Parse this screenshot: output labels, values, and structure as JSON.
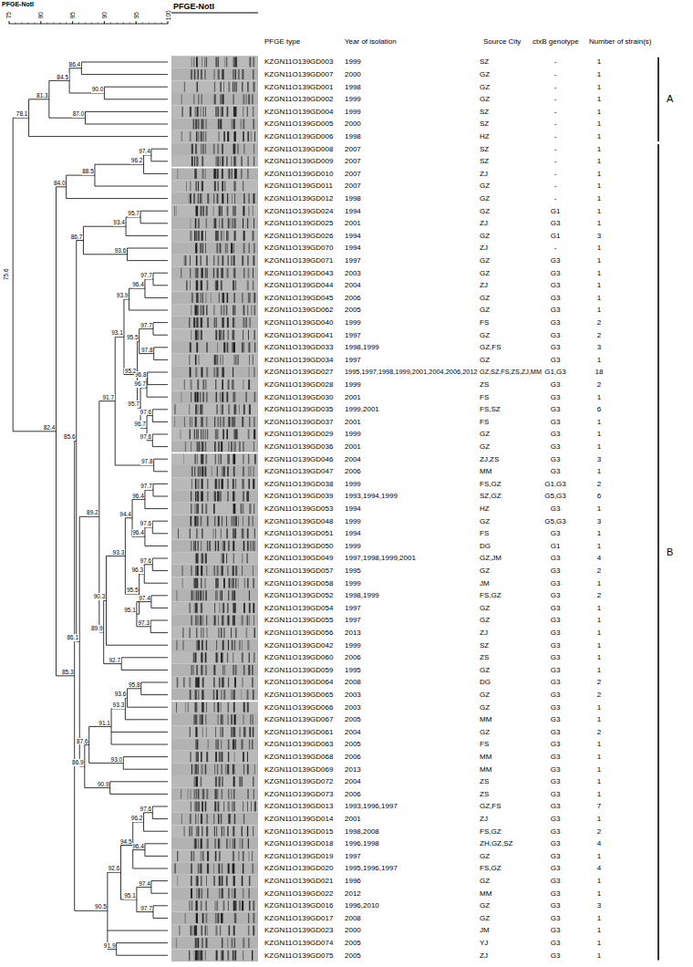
{
  "diagram": {
    "labels": [
      "PFGE-NotI",
      "75",
      "80",
      "85",
      "90",
      "95",
      "100",
      "PFGE-NotI",
      "PFGE type",
      "Year of isolation",
      "Source City",
      "ctxB genotype",
      "Number of strain(s)",
      "KZGN11O139GD003",
      "1999",
      "SZ",
      "-",
      "1",
      "KZGN11O139GD007",
      "2000",
      "GZ",
      "-",
      "1",
      "KZGN11O139GD001",
      "1998",
      "GZ",
      "-",
      "1",
      "KZGN11O139GD002",
      "1999",
      "GZ",
      "-",
      "1",
      "KZGN11O139GD004",
      "1999",
      "SZ",
      "-",
      "1",
      "KZGN11O139GD005",
      "2000",
      "SZ",
      "-",
      "1",
      "KZGN11O139GD006",
      "1998",
      "HZ",
      "-",
      "1",
      "KZGN11O139GD008",
      "2007",
      "SZ",
      "-",
      "1",
      "KZGN11O139GD009",
      "2007",
      "SZ",
      "-",
      "1",
      "KZGN11O139GD010",
      "2007",
      "ZJ",
      "-",
      "1",
      "KZGN11O139GD011",
      "2007",
      "GZ",
      "-",
      "1",
      "KZGN11O139GD012",
      "1998",
      "GZ",
      "-",
      "1",
      "KZGN11O139GD024",
      "1994",
      "GZ",
      "G1",
      "1",
      "KZGN11O139GD025",
      "2001",
      "ZJ",
      "G3",
      "1",
      "KZGN11O139GD026",
      "1994",
      "GZ",
      "G1",
      "3",
      "KZGN11O139GD070",
      "1994",
      "ZJ",
      "-",
      "1",
      "KZGN11O139GD071",
      "1997",
      "GZ",
      "G3",
      "1",
      "KZGN11O139GD043",
      "2003",
      "GZ",
      "G3",
      "1",
      "KZGN11O139GD044",
      "2004",
      "ZJ",
      "G3",
      "1",
      "KZGN11O139GD045",
      "2006",
      "GZ",
      "G3",
      "1",
      "KZGN11O139GD062",
      "2005",
      "GZ",
      "G3",
      "1",
      "KZGN11O139GD040",
      "1999",
      "FS",
      "G3",
      "2",
      "KZGN11O139GD041",
      "1997",
      "GZ",
      "G3",
      "2",
      "KZGN11O139GD033",
      "1998,1999",
      "GZ,FS",
      "G3",
      "3",
      "KZGN11O139GD034",
      "1997",
      "GZ",
      "G3",
      "1",
      "KZGN11O139GD027",
      "1995,1997,1998,1999,2001,2004,2006,2012",
      "GZ,SZ,FS,ZS,ZJ,MM",
      "G1,G3",
      "18",
      "KZGN11O139GD028",
      "1999",
      "ZS",
      "G3",
      "2",
      "KZGN11O139GD030",
      "2001",
      "FS",
      "G3",
      "1",
      "KZGN11O139GD035",
      "1999,2001",
      "FS,SZ",
      "G3",
      "6",
      "KZGN11O139GD037",
      "2001",
      "FS",
      "G3",
      "1",
      "KZGN11O139GD029",
      "1999",
      "GZ",
      "G3",
      "1",
      "KZGN11O139GD036",
      "2001",
      "GZ",
      "G3",
      "1",
      "KZGN11O139GD046",
      "2004",
      "ZJ,ZS",
      "G3",
      "3",
      "KZGN11O139GD047",
      "2006",
      "MM",
      "G3",
      "1",
      "KZGN11O139GD038",
      "1999",
      "FS,GZ",
      "G1,G3",
      "2",
      "KZGN11O139GD039",
      "1993,1994,1999",
      "SZ,GZ",
      "G5,G3",
      "6",
      "KZGN11O139GD053",
      "1994",
      "HZ",
      "G3",
      "1",
      "KZGN11O139GD048",
      "1999",
      "GZ",
      "G5,G3",
      "3",
      "KZGN11O139GD051",
      "1994",
      "FS",
      "G3",
      "1",
      "KZGN11O139GD050",
      "1999",
      "DG",
      "G1",
      "1",
      "KZGN11O139GD049",
      "1997,1998,1999,2001",
      "GZ,JM",
      "G3",
      "4",
      "KZGN11O139GD057",
      "1995",
      "GZ",
      "G3",
      "2",
      "KZGN11O139GD058",
      "1999",
      "JM",
      "G3",
      "1",
      "KZGN11O139GD052",
      "1998,1999",
      "FS,GZ",
      "G3",
      "2",
      "KZGN11O139GD054",
      "1997",
      "GZ",
      "G3",
      "1",
      "KZGN11O139GD055",
      "1997",
      "GZ",
      "G3",
      "1",
      "KZGN11O139GD056",
      "2013",
      "ZJ",
      "G3",
      "1",
      "KZGN11O139GD042",
      "1999",
      "SZ",
      "G3",
      "1",
      "KZGN11O139GD060",
      "2006",
      "ZS",
      "G3",
      "1",
      "KZGN11O139GD059",
      "1995",
      "GZ",
      "G3",
      "1",
      "KZGN11O139GD064",
      "2008",
      "DG",
      "G3",
      "2",
      "KZGN11O139GD065",
      "2003",
      "GZ",
      "G3",
      "2",
      "KZGN11O139GD066",
      "2003",
      "GZ",
      "G3",
      "1",
      "KZGN11O139GD067",
      "2005",
      "MM",
      "G3",
      "1",
      "KZGN11O139GD061",
      "2004",
      "GZ",
      "G3",
      "2",
      "KZGN11O139GD063",
      "2005",
      "FS",
      "G3",
      "1",
      "KZGN11O139GD068",
      "2006",
      "MM",
      "G3",
      "1",
      "KZGN11O139GD069",
      "2013",
      "MM",
      "G3",
      "1",
      "KZGN11O139GD072",
      "2004",
      "ZS",
      "G3",
      "1",
      "KZGN11O139GD073",
      "2006",
      "ZS",
      "G3",
      "1",
      "KZGN11O139GD013",
      "1993,1996,1997",
      "GZ,FS",
      "G3",
      "7",
      "KZGN11O139GD014",
      "2001",
      "ZJ",
      "G3",
      "1",
      "KZGN11O139GD015",
      "1998,2008",
      "FS,GZ",
      "G3",
      "2",
      "KZGN11O139GD018",
      "1996,1998",
      "ZH,GZ,SZ",
      "G3",
      "4",
      "KZGN11O139GD019",
      "1997",
      "GZ",
      "G3",
      "1",
      "KZGN11O139GD020",
      "1995,1996,1997",
      "FS,GZ",
      "G3",
      "4",
      "KZGN11O139GD021",
      "1996",
      "GZ",
      "G3",
      "1",
      "KZGN11O139GD022",
      "2012",
      "MM",
      "G3",
      "1",
      "KZGN11O139GD016",
      "1996,2010",
      "GZ",
      "G3",
      "3",
      "KZGN11O139GD017",
      "2008",
      "GZ",
      "G3",
      "1",
      "KZGN11O139GD023",
      "2000",
      "JM",
      "G3",
      "1",
      "KZGN11O139GD074",
      "2005",
      "YJ",
      "G3",
      "1",
      "KZGN11O139GD075",
      "2005",
      "ZJ",
      "G3",
      "1",
      "A",
      "B",
      "86.4",
      "90.0",
      "84.5",
      "87.0",
      "81.3",
      "78.1",
      "97.4",
      "96.2",
      "88.5",
      "84.0",
      "95.7",
      "93.4",
      "93.6",
      "86.7",
      "97.7",
      "96.4",
      "93.9",
      "97.7",
      "97.8",
      "95.5",
      "96.8",
      "96.7",
      "97.6",
      "97.6",
      "96.7",
      "95.7",
      "95.2",
      "93.1",
      "97.8",
      "91.7",
      "97.7",
      "96.4",
      "97.6",
      "96.4",
      "94.4",
      "97.6",
      "96.3",
      "97.4",
      "97.3",
      "95.1",
      "95.5",
      "93.3",
      "90.3",
      "92.7",
      "89.9",
      "89.2",
      "95.8",
      "93.6",
      "93.3",
      "91.1",
      "93.0",
      "87.6",
      "90.9",
      "86.9",
      "86.1",
      "85.6",
      "97.6",
      "96.2",
      "96.4",
      "94.5",
      "97.4",
      "97.7",
      "95.1",
      "92.6",
      "91.9",
      "90.5",
      "85.3",
      "82.4",
      "75.6"
    ]
  }
}
